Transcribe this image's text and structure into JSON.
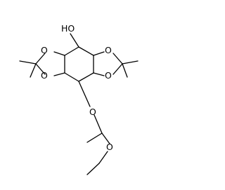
{
  "molecule": {
    "atoms": {
      "hydroxyl": "HO",
      "oxygen_left_upper": "O",
      "oxygen_left_lower": "O",
      "oxygen_right_upper": "O",
      "oxygen_right_lower": "O",
      "oxygen_ether_upper": "O",
      "oxygen_ether_lower": "O"
    }
  }
}
